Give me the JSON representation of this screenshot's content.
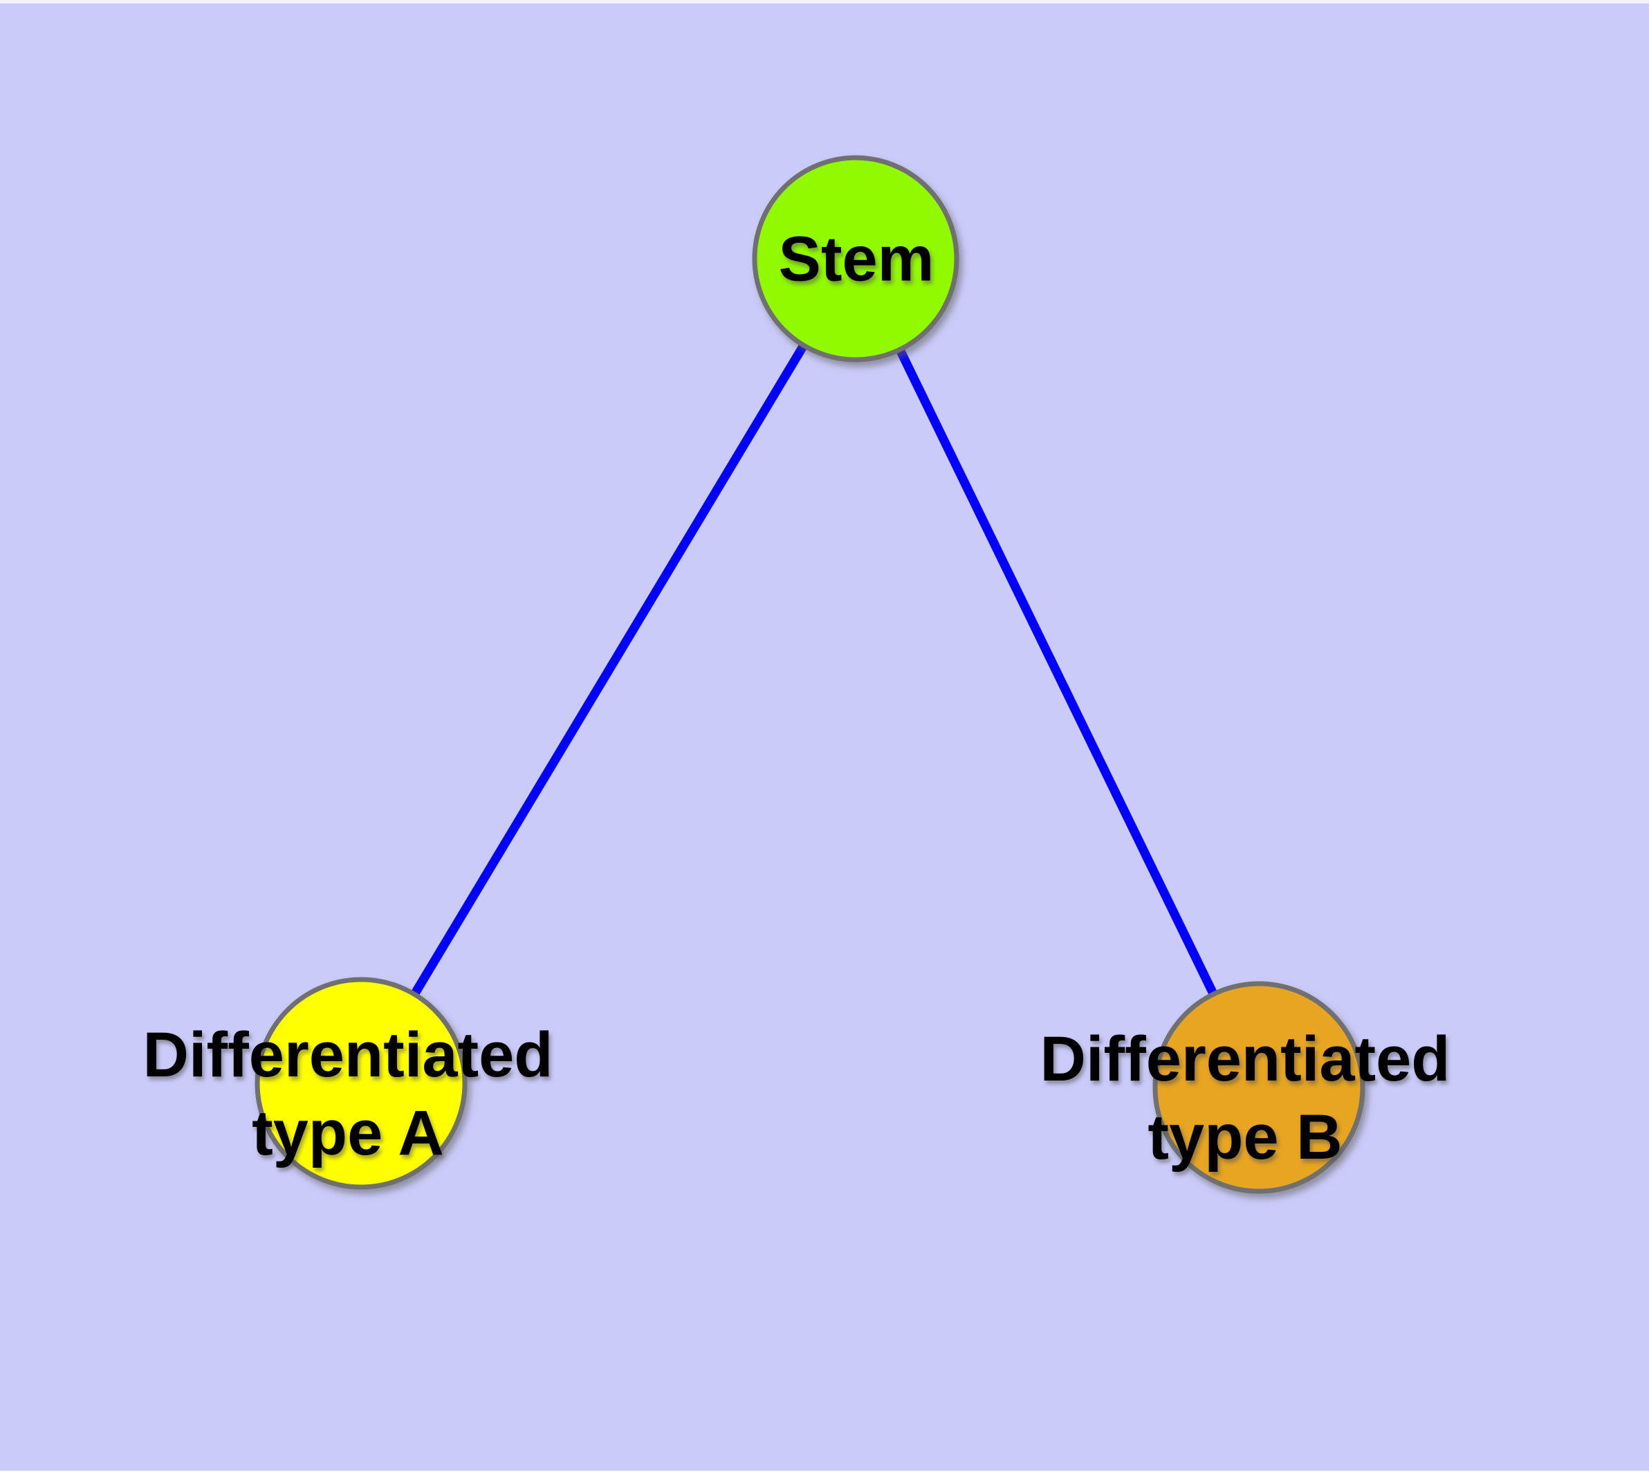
{
  "background": {
    "top_strip_color": "#F3F3FD",
    "canvas_color": "#CBCBFA",
    "bottom_strip_color": "#FFFFFF"
  },
  "graph": {
    "edge_color": "#0202FB",
    "node_border_color": "#6F6F6F",
    "label_color": "#000000",
    "nodes": [
      {
        "id": "stem",
        "label_lines": [
          "Stem"
        ],
        "fill": "#91FA05"
      },
      {
        "id": "differentiated-type-a",
        "label_lines": [
          "Differentiated",
          "type A"
        ],
        "fill": "#FFFF00"
      },
      {
        "id": "differentiated-type-b",
        "label_lines": [
          "Differentiated",
          "type B"
        ],
        "fill": "#E7A524"
      }
    ],
    "edges": [
      {
        "from": "Stem",
        "to": "Differentiated type A"
      },
      {
        "from": "Stem",
        "to": "Differentiated type B"
      }
    ]
  }
}
